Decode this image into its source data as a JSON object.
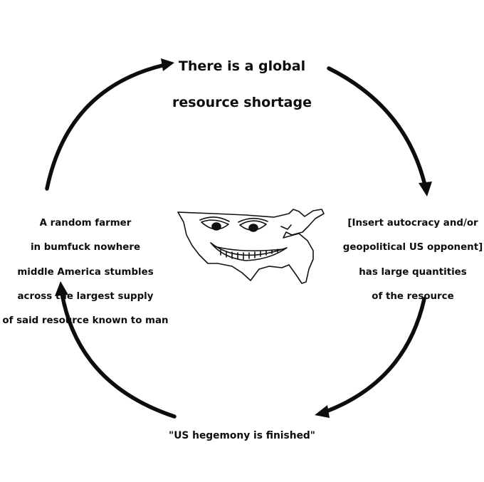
{
  "diagram": {
    "type": "cycle",
    "nodes": [
      {
        "id": "top",
        "lines": [
          "There is a global",
          "resource shortage"
        ]
      },
      {
        "id": "right",
        "lines": [
          "[Insert autocracy and/or",
          "geopolitical US opponent]",
          "has large quantities",
          "of the resource"
        ]
      },
      {
        "id": "bottom",
        "lines": [
          "\"US hegemony is finished\""
        ]
      },
      {
        "id": "left",
        "lines": [
          "A random farmer",
          "in bumfuck nowhere",
          "middle America stumbles",
          "across the largest supply",
          "of said resource known to man"
        ]
      }
    ],
    "edges": [
      {
        "from": "top",
        "to": "right"
      },
      {
        "from": "right",
        "to": "bottom"
      },
      {
        "from": "bottom",
        "to": "left"
      },
      {
        "from": "left",
        "to": "top"
      }
    ],
    "center_image": "smiling-usa-map-drawing",
    "colors": {
      "ink": "#0d0d0d",
      "background": "#ffffff"
    }
  }
}
